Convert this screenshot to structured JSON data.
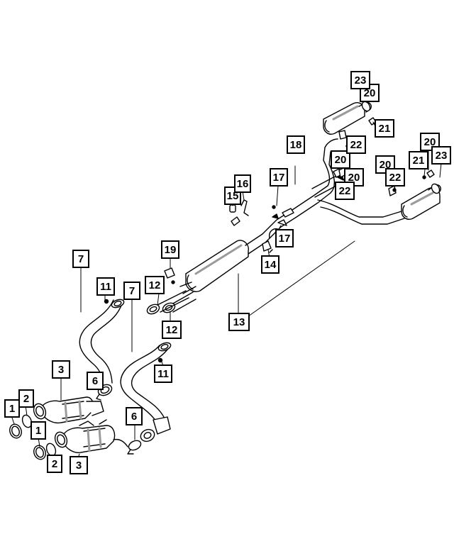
{
  "diagram": {
    "colors": {
      "ink": "#000000",
      "paper": "#ffffff",
      "shade": "#9a9a9a"
    },
    "callouts": [
      {
        "id": "c1a",
        "label": "1"
      },
      {
        "id": "c2a",
        "label": "2"
      },
      {
        "id": "c1b",
        "label": "1"
      },
      {
        "id": "c2b",
        "label": "2"
      },
      {
        "id": "c3a",
        "label": "3"
      },
      {
        "id": "c3b",
        "label": "3"
      },
      {
        "id": "c6a",
        "label": "6"
      },
      {
        "id": "c6b",
        "label": "6"
      },
      {
        "id": "c7a",
        "label": "7"
      },
      {
        "id": "c7b",
        "label": "7"
      },
      {
        "id": "c11a",
        "label": "11"
      },
      {
        "id": "c11b",
        "label": "11"
      },
      {
        "id": "c12a",
        "label": "12"
      },
      {
        "id": "c12b",
        "label": "12"
      },
      {
        "id": "c13",
        "label": "13"
      },
      {
        "id": "c14",
        "label": "14"
      },
      {
        "id": "c15",
        "label": "15"
      },
      {
        "id": "c16",
        "label": "16"
      },
      {
        "id": "c17a",
        "label": "17"
      },
      {
        "id": "c17b",
        "label": "17"
      },
      {
        "id": "c18",
        "label": "18"
      },
      {
        "id": "c19",
        "label": "19"
      },
      {
        "id": "c20a",
        "label": "20"
      },
      {
        "id": "c20b",
        "label": "20"
      },
      {
        "id": "c20c",
        "label": "20"
      },
      {
        "id": "c20d",
        "label": "20"
      },
      {
        "id": "c20e",
        "label": "20"
      },
      {
        "id": "c21a",
        "label": "21"
      },
      {
        "id": "c21b",
        "label": "21"
      },
      {
        "id": "c22a",
        "label": "22"
      },
      {
        "id": "c22b",
        "label": "22"
      },
      {
        "id": "c22c",
        "label": "22"
      },
      {
        "id": "c23a",
        "label": "23"
      },
      {
        "id": "c23b",
        "label": "23"
      }
    ]
  }
}
